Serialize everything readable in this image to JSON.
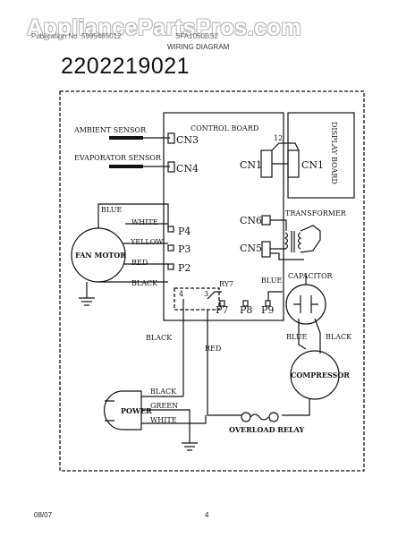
{
  "header": {
    "watermark": "AppliancePartsPros.com",
    "left_caption": "Publication No. 5995485012",
    "right_caption": "SFA1050BS2",
    "subtitle": "WIRING DIAGRAM",
    "model_number": "2202219021"
  },
  "diagram": {
    "control_board": "CONTROL BOARD",
    "display_board": "DISPLAY BOARD",
    "ambient_sensor": "AMBIENT SENSOR",
    "evaporator_sensor": "EVAPORATOR SENSOR",
    "cn3": "CN3",
    "cn4": "CN4",
    "cn1_left": "CN1",
    "cn1_right": "CN1",
    "pin_count": "12",
    "cn6": "CN6",
    "cn5": "CN5",
    "transformer": "TRANSFORMER",
    "fan_motor": "FAN MOTOR",
    "wire_blue_fan": "BLUE",
    "wire_white": "WHITE",
    "wire_yellow": "YELLOW",
    "wire_red": "RED",
    "wire_black_fan": "BLACK",
    "p4": "P4",
    "p3": "P3",
    "p2": "P2",
    "relay_label": "RY7",
    "relay_pin_4": "4",
    "relay_pin_3": "3",
    "p7": "P7",
    "p8": "P8",
    "p9": "P9",
    "wire_blue_p9": "BLUE",
    "capacitor": "CAPACITOR",
    "wire_black_left": "BLACK",
    "wire_red_mid": "RED",
    "wire_blue_comp": "BLUE",
    "wire_black_comp": "BLACK",
    "compressor": "COMPRESSOR",
    "power": "POWER",
    "wire_black_power": "BLACK",
    "wire_green": "GREEN",
    "wire_white_power": "WHITE",
    "overload_relay": "OVERLOAD RELAY"
  },
  "footer": {
    "date": "08/07",
    "page": "4"
  }
}
